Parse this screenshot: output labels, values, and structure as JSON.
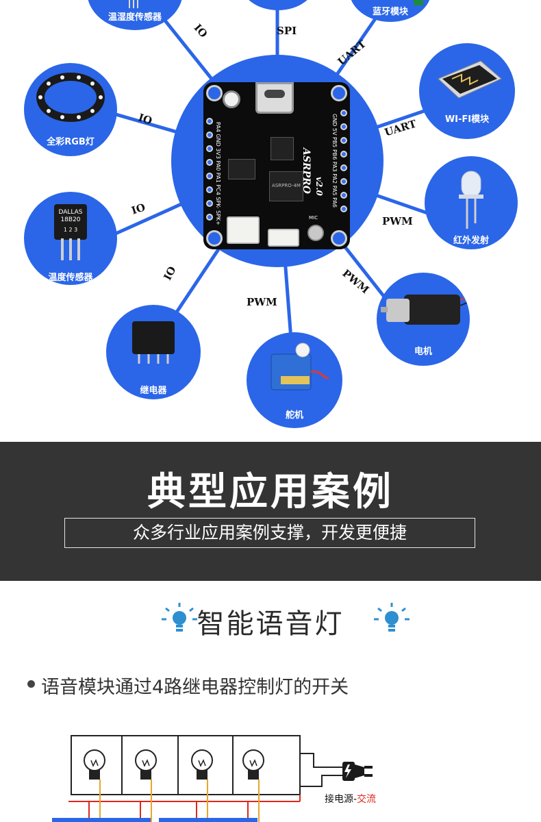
{
  "diagram": {
    "peripherals": [
      {
        "id": "humidity",
        "label": "温湿度传感器",
        "icon": "humidity-sensor-icon",
        "connection": "IO"
      },
      {
        "id": "spi",
        "label": "",
        "icon": "spi-module-icon",
        "connection": "SPI"
      },
      {
        "id": "bluetooth",
        "label": "蓝牙模块",
        "icon": "bluetooth-module-icon",
        "connection": "UART"
      },
      {
        "id": "wifi",
        "label": "WI-FI模块",
        "icon": "wifi-module-icon",
        "connection": "UART"
      },
      {
        "id": "rgb",
        "label": "全彩RGB灯",
        "icon": "rgb-ring-icon",
        "connection": "IO"
      },
      {
        "id": "ir",
        "label": "红外发射",
        "icon": "ir-led-icon",
        "connection": "PWM"
      },
      {
        "id": "temp",
        "label": "温度传感器",
        "icon": "ds18b20-icon",
        "connection": "IO"
      },
      {
        "id": "motor",
        "label": "电机",
        "icon": "motor-icon",
        "connection": "PWM"
      },
      {
        "id": "relay",
        "label": "继电器",
        "icon": "relay-icon",
        "connection": "IO"
      },
      {
        "id": "servo",
        "label": "舵机",
        "icon": "servo-icon",
        "connection": "PWM"
      }
    ],
    "board": {
      "name": "ASRPRO",
      "version": "v2.0",
      "mic_label": "MIC",
      "chip_text": "ASRPRO-4M",
      "pins_right": "GND 5V PB5 PB6 PA3 PA2 PA5 PA6",
      "pins_left": "PA4 GND 3V3 PA0 PA1 PC4 SPK- SPK+",
      "sensor_text": "DALLAS 18B20",
      "sensor_pins": "1 2 3"
    },
    "colors": {
      "node": "#2b66e8",
      "link": "#2b66e8"
    }
  },
  "band": {
    "title": "典型应用案例",
    "subtitle": "众多行业应用案例支撑，开发更便捷"
  },
  "case": {
    "title": "智能语音灯",
    "description": "语音模块通过4路继电器控制灯的开关",
    "power_label": "接电源-",
    "power_ac": "交流",
    "bulb_count": 4
  }
}
